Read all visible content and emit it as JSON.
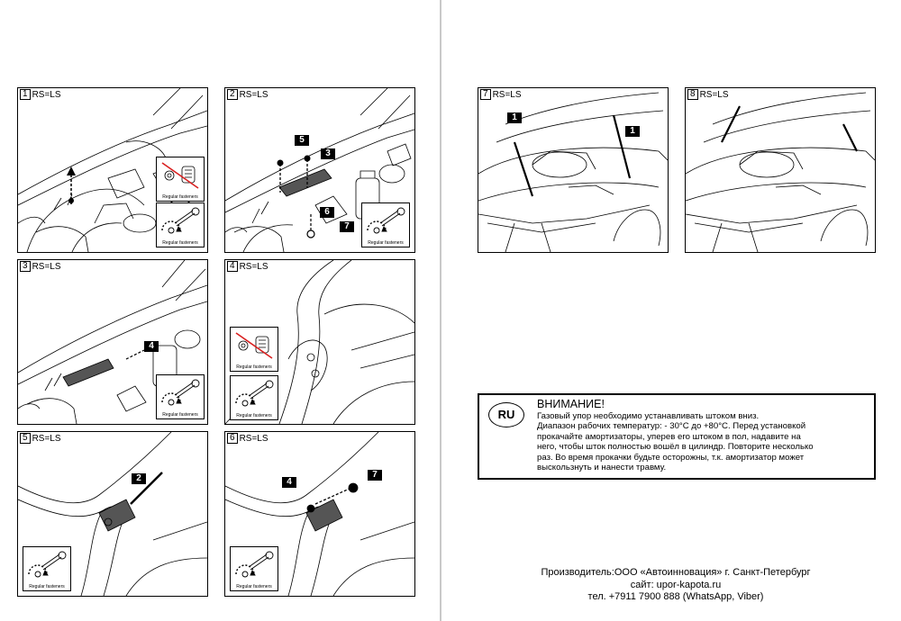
{
  "steps": [
    {
      "num": "1",
      "side": "RS=LS",
      "callouts": [],
      "insets": [
        {
          "icon": "crossed-fastener-icon",
          "caption": "Regular fasteners"
        },
        {
          "icon": "wrench-rotate-icon",
          "caption": "Regular fasteners"
        }
      ]
    },
    {
      "num": "2",
      "side": "RS=LS",
      "callouts": [
        "5",
        "3",
        "6",
        "7"
      ],
      "insets": [
        {
          "icon": "wrench-rotate-icon",
          "caption": "Regular fasteners"
        }
      ]
    },
    {
      "num": "3",
      "side": "RS=LS",
      "callouts": [
        "4"
      ],
      "insets": [
        {
          "icon": "wrench-rotate-icon",
          "caption": "Regular fasteners"
        }
      ]
    },
    {
      "num": "4",
      "side": "RS=LS",
      "callouts": [],
      "insets": [
        {
          "icon": "crossed-fastener-icon",
          "caption": "Regular fasteners"
        },
        {
          "icon": "wrench-rotate-icon",
          "caption": "Regular fasteners"
        }
      ]
    },
    {
      "num": "5",
      "side": "RS=LS",
      "callouts": [
        "2"
      ],
      "insets": [
        {
          "icon": "wrench-rotate-icon",
          "caption": "Regular fasteners"
        }
      ]
    },
    {
      "num": "6",
      "side": "RS=LS",
      "callouts": [
        "4",
        "7"
      ],
      "insets": [
        {
          "icon": "wrench-rotate-icon",
          "caption": "Regular fasteners"
        }
      ]
    },
    {
      "num": "7",
      "side": "RS=LS",
      "callouts": [
        "1",
        "1"
      ],
      "insets": []
    },
    {
      "num": "8",
      "side": "RS=LS",
      "callouts": [],
      "insets": []
    }
  ],
  "notice": {
    "badge": "RU",
    "title": "ВНИМАНИЕ!",
    "lines": [
      "Газовый упор необходимо устанавливать штоком вниз.",
      "Диапазон рабочих температур: - 30°С до +80°С. Перед установкой",
      "прокачайте амортизаторы, уперев его штоком в пол,  надавите на",
      "него, чтобы шток полностью вошёл в цилиндр. Повторите несколько",
      "раз. Во время прокачки будьте осторожны, т.к. амортизатор может",
      "выскользнуть и нанести травму."
    ]
  },
  "footer": {
    "manufacturer": "Производитель:ООО «Автоинновация» г. Санкт-Петербург",
    "site": "сайт: upor-kapota.ru",
    "phone": "тел. +7911 7900 888 (WhatsApp, Viber)"
  }
}
